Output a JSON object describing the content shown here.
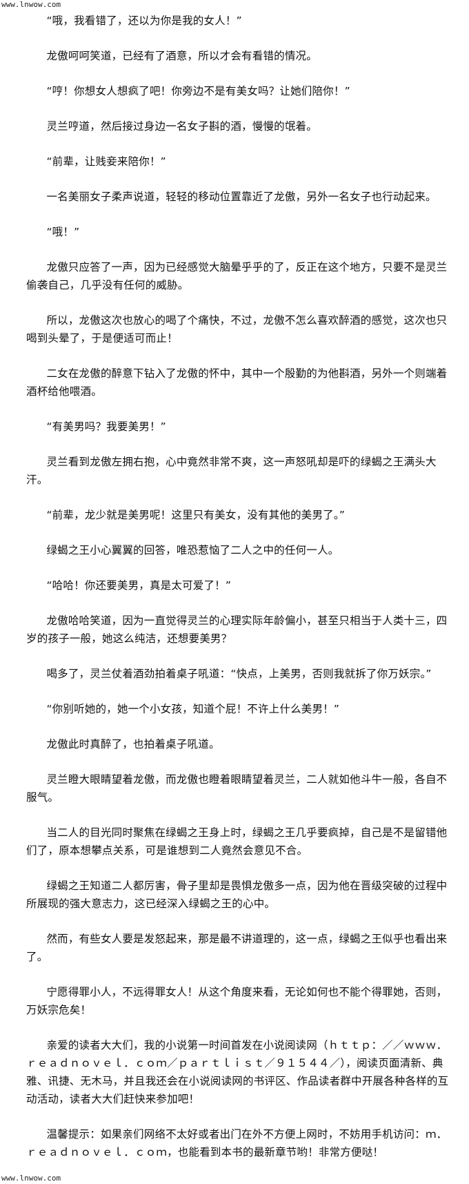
{
  "watermark": {
    "top": "www.lnwow.com",
    "bottom": "www.lnwow.com"
  },
  "paragraphs": [
    "“哦，我看错了，还以为你是我的女人！”",
    "龙傲呵呵笑道，已经有了酒意，所以才会有看错的情况。",
    "“哼！你想女人想疯了吧！你旁边不是有美女吗？让她们陪你！”",
    "灵兰哼道，然后接过身边一名女子斟的酒，慢慢的氓着。",
    "“前辈，让贱妾来陪你！”",
    "一名美丽女子柔声说道，轻轻的移动位置靠近了龙傲，另外一名女子也行动起来。",
    "“哦！”",
    "龙傲只应答了一声，因为已经感觉大脑晕乎乎的了，反正在这个地方，只要不是灵兰偷袭自己，几乎没有任何的威胁。",
    "所以，龙傲这次也放心的喝了个痛快，不过，龙傲不怎么喜欢醉酒的感觉，这次也只喝到头晕了，于是便适可而止！",
    "二女在龙傲的醉意下钻入了龙傲的怀中，其中一个殷勤的为他斟酒，另外一个则端着酒杯给他喂酒。",
    "“有美男吗？我要美男！”",
    "灵兰看到龙傲左拥右抱，心中竟然非常不爽，这一声怒吼却是吓的绿蝎之王满头大汗。",
    "“前辈，龙少就是美男呢！这里只有美女，没有其他的美男了。”",
    "绿蝎之王小心翼翼的回答，唯恐惹恼了二人之中的任何一人。",
    "“哈哈！你还要美男，真是太可爱了！”",
    "龙傲哈哈笑道，因为一直觉得灵兰的心理实际年龄偏小，甚至只相当于人类十三，四岁的孩子一般，她这么纯洁，还想要美男？",
    "喝多了，灵兰仗着酒劲拍着桌子吼道：“快点，上美男，否则我就拆了你万妖宗。”",
    "“你别听她的，她一个小女孩，知道个屁！不许上什么美男！”",
    "龙傲此时真醉了，也拍着桌子吼道。",
    "灵兰瞪大眼睛望着龙傲，而龙傲也瞪着眼睛望着灵兰，二人就如他斗牛一般，各自不服气。",
    "当二人的目光同时聚焦在绿蝎之王身上时，绿蝎之王几乎要疯掉，自己是不是留错他们了，原本想攀点关系，可是谁想到二人竟然会意见不合。",
    "绿蝎之王知道二人都厉害，骨子里却是畏惧龙傲多一点，因为他在晋级突破的过程中所展现的强大意志力，这已经深入绿蝎之王的心中。",
    "然而，有些女人要是发怒起来，那是最不讲道理的，这一点，绿蝎之王似乎也看出来了。",
    "宁愿得罪小人，不远得罪女人！从这个角度来看，无论如何也不能个得罪她，否则，万妖宗危矣！",
    "亲爱的读者大大们，我的小说第一时间首发在小说阅读网（ｈｔｔｐ：／／ｗｗｗ．ｒｅａｄｎｏｖｅｌ．ｃｏｍ／ｐａｒｔｌｉｓｔ／９１５４４／），阅读页面清新、典雅、讯捷、无木马，并且我还会在小说阅读网的书评区、作品读者群中开展各种各样的互动活动，读者大大们赶快来参加吧！",
    "温馨提示：如果亲们网络不太好或者出门在外不方便上网时，不妨用手机访问：ｍ．ｒｅａｄｎｏｖｅｌ．ｃｏｍ，也能看到本书的最新章节哟！非常方便哒！"
  ]
}
